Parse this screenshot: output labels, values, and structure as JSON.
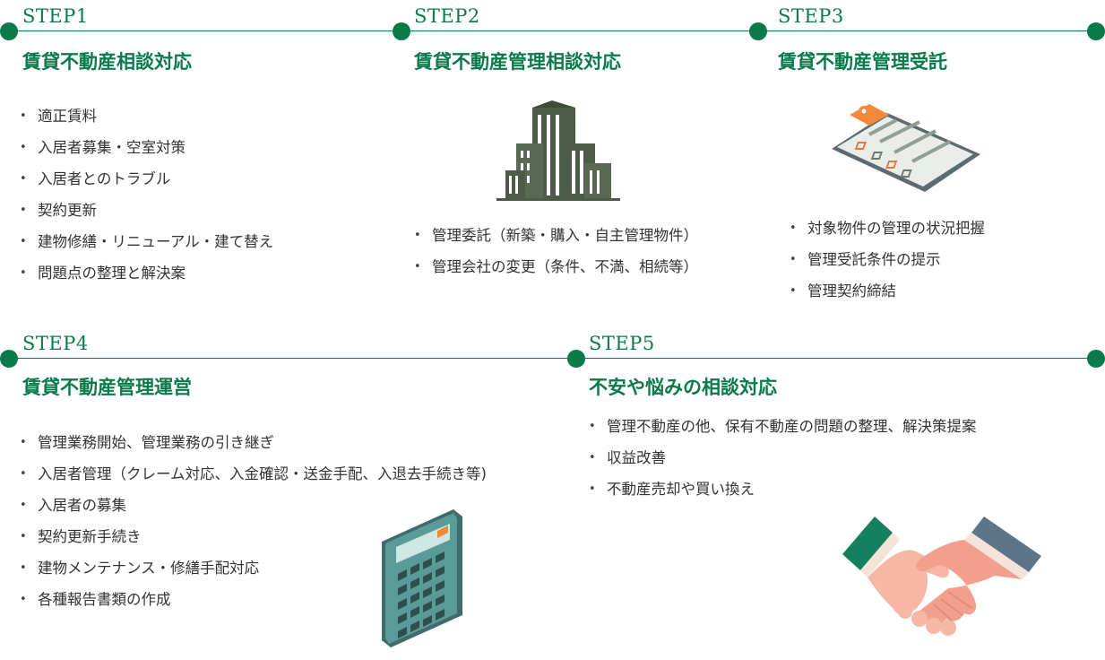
{
  "theme": {
    "green": "#0b7a4a"
  },
  "steps": [
    {
      "label": "STEP1",
      "title": "賃貸不動産相談対応",
      "items": [
        "適正賃料",
        "入居者募集・空室対策",
        "入居者とのトラブル",
        "契約更新",
        "建物修繕・リニューアル・建て替え",
        "問題点の整理と解決案"
      ]
    },
    {
      "label": "STEP2",
      "title": "賃貸不動産管理相談対応",
      "items": [
        "管理委託（新築・購入・自主管理物件）",
        "管理会社の変更（条件、不満、相続等）"
      ],
      "illustration": "buildings-icon"
    },
    {
      "label": "STEP3",
      "title": "賃貸不動産管理受託",
      "items": [
        "対象物件の管理の状況把握",
        "管理受託条件の提示",
        "管理契約締結"
      ],
      "illustration": "clipboard-icon"
    },
    {
      "label": "STEP4",
      "title": "賃貸不動産管理運営",
      "items": [
        "管理業務開始、管理業務の引き継ぎ",
        "入居者管理（クレーム対応、入金確認・送金手配、入退去手続き等)",
        "入居者の募集",
        "契約更新手続き",
        "建物メンテナンス・修繕手配対応",
        "各種報告書類の作成"
      ],
      "illustration": "calculator-icon"
    },
    {
      "label": "STEP5",
      "title": "不安や悩みの相談対応",
      "items": [
        "管理不動産の他、保有不動産の問題の整理、解決策提案",
        "収益改善",
        "不動産売却や買い換え"
      ],
      "illustration": "handshake-icon"
    }
  ]
}
